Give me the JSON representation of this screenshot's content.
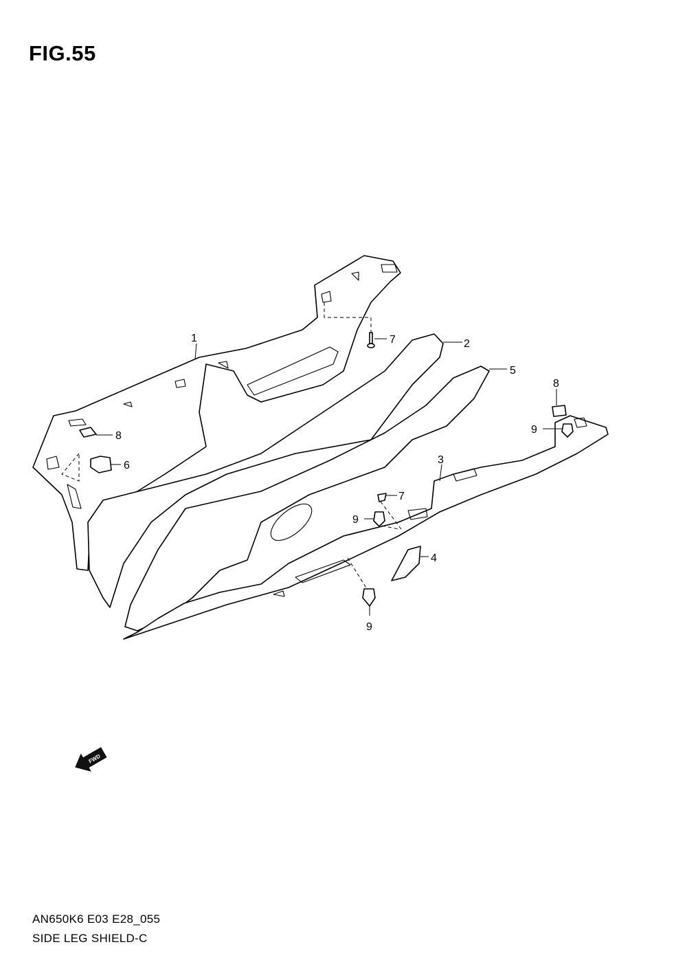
{
  "figure": {
    "title": "FIG.55",
    "model_code": "AN650K6 E03 E28_055",
    "name": "SIDE LEG SHIELD-C"
  },
  "fwd_arrow_label": "FWD",
  "callouts": {
    "part_1": "1",
    "part_2": "2",
    "part_3": "3",
    "part_4": "4",
    "part_5": "5",
    "part_6": "6",
    "part_7_upper": "7",
    "part_7_lower": "7",
    "part_8_left": "8",
    "part_8_right": "8",
    "part_9_right": "9",
    "part_9_mid": "9",
    "part_9_bottom": "9"
  }
}
